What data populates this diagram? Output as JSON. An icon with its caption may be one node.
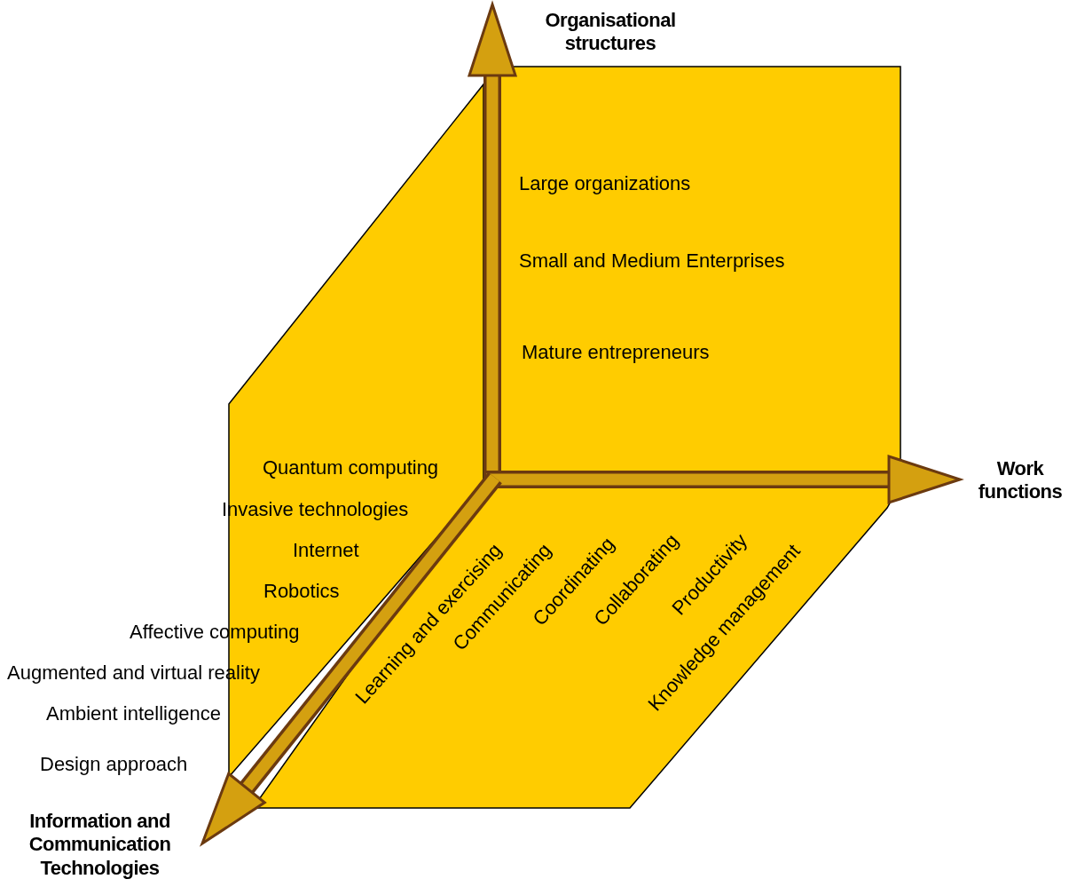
{
  "diagram": {
    "labels": [
      "Organisational structures",
      "Large organizations",
      "Small and Medium Enterprises",
      "Mature entrepreneurs",
      "Quantum computing",
      "Work functions",
      "Invasive technologies",
      "Learning and exercising",
      "Communicating",
      "Coordinating",
      "Collaborating",
      "Productivity",
      "Knowledge management",
      "Internet",
      "Robotics",
      "Affective computing",
      "Augmented and virtual reality",
      "Ambient intelligence",
      "Design approach",
      "Information and Communication Technologies"
    ]
  }
}
